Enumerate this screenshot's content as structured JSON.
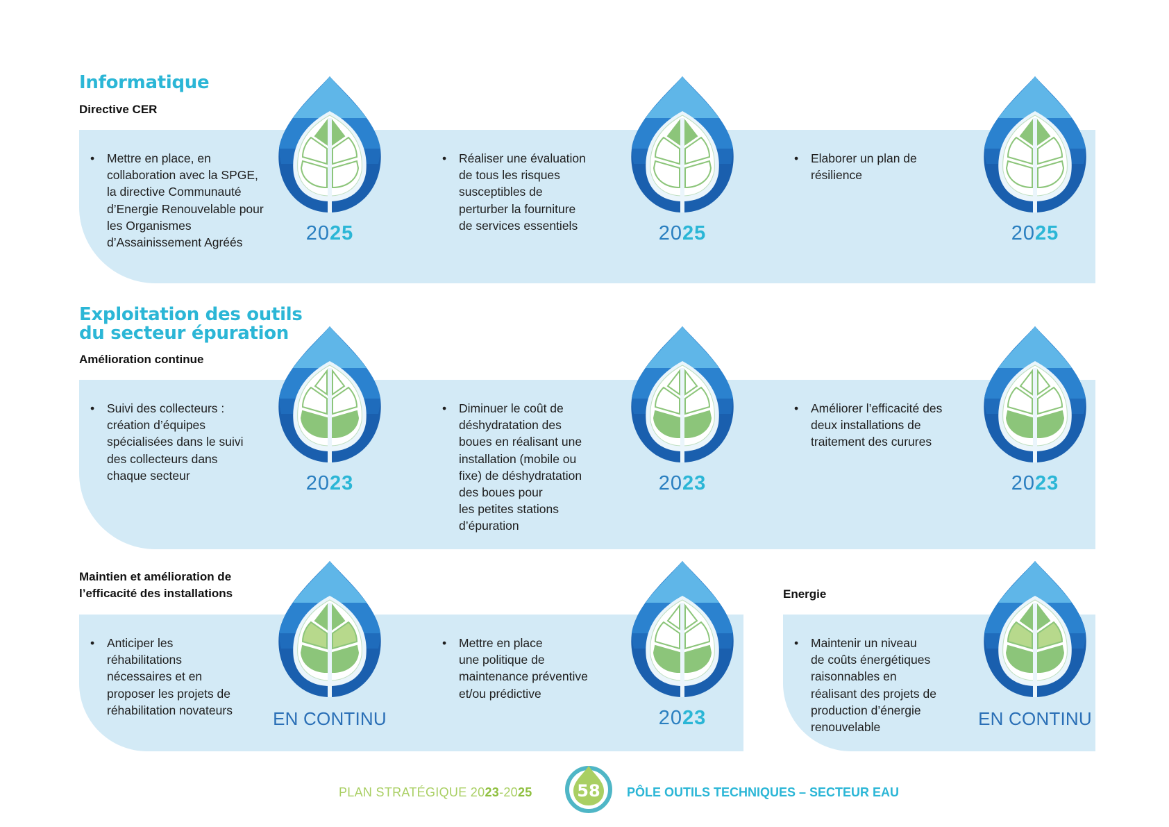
{
  "sections": {
    "informatique": {
      "title": "Informatique",
      "subtitle": "Directive CER",
      "items": [
        {
          "lines": [
            "Mettre en place, en",
            "collaboration avec la SPGE,",
            "la directive Communauté",
            "d’Energie Renouvelable pour",
            "les Organismes",
            "d’Assainissement Agréés"
          ],
          "year_a": "20",
          "year_b": "25"
        },
        {
          "lines": [
            "Réaliser une évaluation",
            "de tous les risques",
            "susceptibles de",
            "perturber la fourniture",
            "de services essentiels"
          ],
          "year_a": "20",
          "year_b": "25"
        },
        {
          "lines": [
            "Elaborer un plan de",
            "résilience"
          ],
          "year_a": "20",
          "year_b": "25"
        }
      ]
    },
    "exploitation": {
      "title_line1": "Exploitation des outils",
      "title_line2": "du secteur épuration",
      "subtitle": "Amélioration continue",
      "items": [
        {
          "lines": [
            "Suivi des collecteurs :",
            "création d’équipes",
            "spécialisées dans le suivi",
            "des collecteurs dans",
            "chaque secteur"
          ],
          "year_a": "20",
          "year_b": "23"
        },
        {
          "lines": [
            "Diminuer le coût de",
            "déshydratation des",
            "boues en réalisant une",
            "installation (mobile ou",
            "fixe) de déshydratation",
            "des boues pour",
            "les petites stations",
            "d’épuration"
          ],
          "year_a": "20",
          "year_b": "23"
        },
        {
          "lines": [
            "Améliorer l’efficacité des",
            "deux installations de",
            "traitement des curures"
          ],
          "year_a": "20",
          "year_b": "23"
        }
      ]
    },
    "maintien": {
      "subtitle_line1": "Maintien et amélioration de",
      "subtitle_line2": "l’efficacité des installations",
      "items": [
        {
          "lines": [
            "Anticiper les",
            "réhabilitations",
            "nécessaires et en",
            "proposer les projets de",
            "réhabilitation novateurs"
          ],
          "label": "EN CONTINU"
        },
        {
          "lines": [
            "Mettre en place",
            "une politique de",
            "maintenance préventive",
            "et/ou prédictive"
          ],
          "year_a": "20",
          "year_b": "23"
        }
      ]
    },
    "energie": {
      "subtitle": "Energie",
      "items": [
        {
          "lines": [
            "Maintenir un niveau",
            "de coûts énergétiques",
            "raisonnables en",
            "réalisant des projets de",
            "production d’énergie",
            "renouvelable"
          ],
          "label": "EN CONTINU"
        }
      ]
    }
  },
  "footer": {
    "left_prefix": "PLAN STRATÉGIQUE 20",
    "left_y1": "23",
    "left_mid": "-20",
    "left_y2": "25",
    "page_number": "58",
    "right": "PÔLE OUTILS TECHNIQUES – SECTEUR EAU"
  },
  "colors": {
    "accent_cyan": "#2bb6d6",
    "band": "#d3eaf6",
    "drop_dark": "#1a5fae",
    "drop_light": "#5fb6e8",
    "leaf_green": "#8cc57a",
    "footer_green": "#a9cf63"
  },
  "icons": [
    "water-drop-leaf-icon"
  ]
}
